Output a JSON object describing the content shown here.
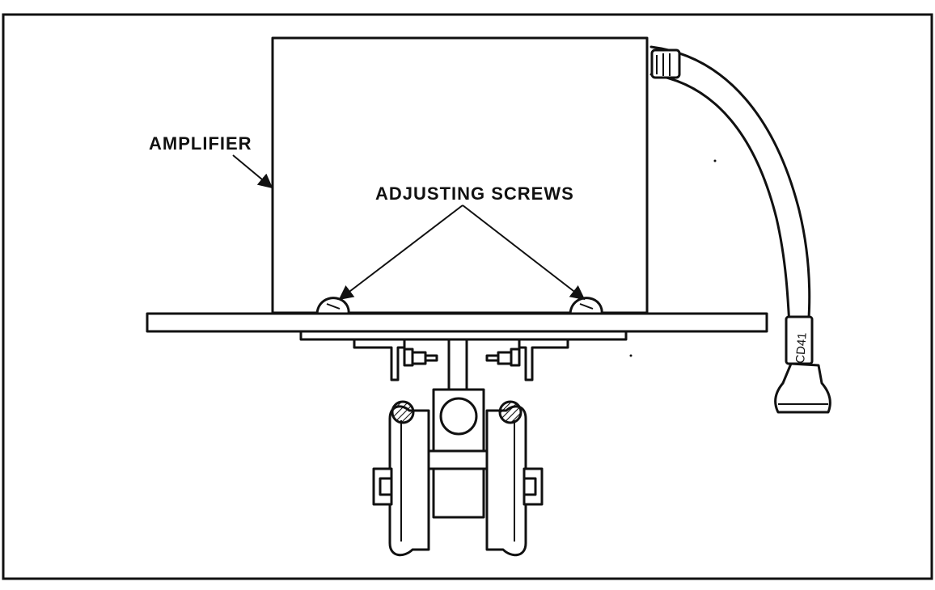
{
  "labels": {
    "amplifier": "AMPLIFIER",
    "adjusting_screws": "ADJUSTING SCREWS",
    "cable_tag": "CD41"
  },
  "colors": {
    "line": "#111111",
    "background": "#ffffff"
  }
}
